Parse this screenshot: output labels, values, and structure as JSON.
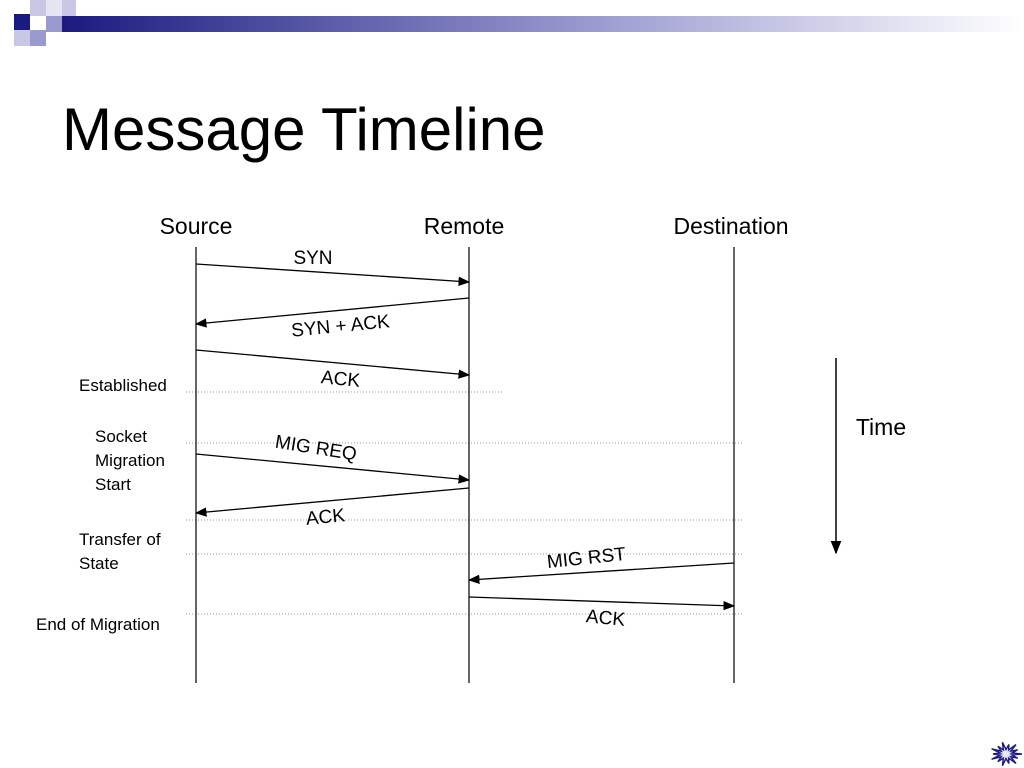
{
  "title": "Message Timeline",
  "columns": [
    {
      "id": "source",
      "label": "Source"
    },
    {
      "id": "remote",
      "label": "Remote"
    },
    {
      "id": "destination",
      "label": "Destination"
    }
  ],
  "messages": [
    {
      "label": "SYN",
      "from": "source",
      "to": "remote"
    },
    {
      "label": "SYN + ACK",
      "from": "remote",
      "to": "source"
    },
    {
      "label": "ACK",
      "from": "source",
      "to": "remote"
    },
    {
      "label": "MIG REQ",
      "from": "source",
      "to": "remote"
    },
    {
      "label": "ACK",
      "from": "remote",
      "to": "source"
    },
    {
      "label": "MIG RST",
      "from": "destination",
      "to": "remote"
    },
    {
      "label": "ACK",
      "from": "remote",
      "to": "destination"
    }
  ],
  "states": [
    {
      "lines": [
        "Established"
      ]
    },
    {
      "lines": [
        "Socket",
        "Migration",
        "Start"
      ]
    },
    {
      "lines": [
        "Transfer of",
        "State"
      ]
    },
    {
      "lines": [
        "End of Migration"
      ]
    }
  ],
  "time_axis": {
    "label": "Time",
    "direction": "down"
  },
  "decor": {
    "corner_icon": "starburst-icon"
  },
  "colors": {
    "header_dark": "#1a1a80",
    "header_mid": "#9a9ad0",
    "header_light": "#c8c8e6",
    "line": "#000000",
    "divider": "#999999"
  }
}
